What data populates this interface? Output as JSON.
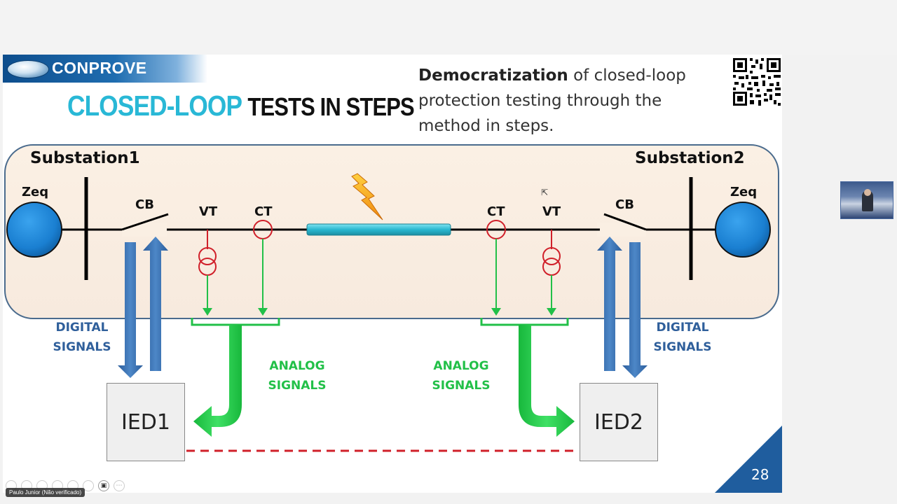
{
  "logo": {
    "text": "CONPROVE"
  },
  "title": {
    "part1": "CLOSED-LOOP",
    "part2": "TESTS IN STEPS"
  },
  "subtitle": {
    "bold": "Democratization",
    "rest": " of closed-loop protection testing through the method in steps."
  },
  "page_number": "28",
  "diagram": {
    "substation1": "Substation1",
    "substation2": "Substation2",
    "zeq_left": "Zeq",
    "zeq_right": "Zeq",
    "cb_left": "CB",
    "cb_right": "CB",
    "vt_left": "VT",
    "ct_left": "CT",
    "ct_right": "CT",
    "vt_right": "VT",
    "digital_left": [
      "DIGITAL",
      "SIGNALS"
    ],
    "digital_right": [
      "DIGITAL",
      "SIGNALS"
    ],
    "analog_left": [
      "ANALOG",
      "SIGNALS"
    ],
    "analog_right": [
      "ANALOG",
      "SIGNALS"
    ],
    "ied1": "IED1",
    "ied2": "IED2"
  },
  "colors": {
    "accent_cyan": "#29b8d6",
    "digital_blue": "#2f5f9b",
    "analog_green": "#22c048",
    "comm_red": "#d0202a",
    "bus_circle": "#1a7fd1"
  },
  "overlay": {
    "user_label": "Paulo Junior (Não verificado)"
  }
}
